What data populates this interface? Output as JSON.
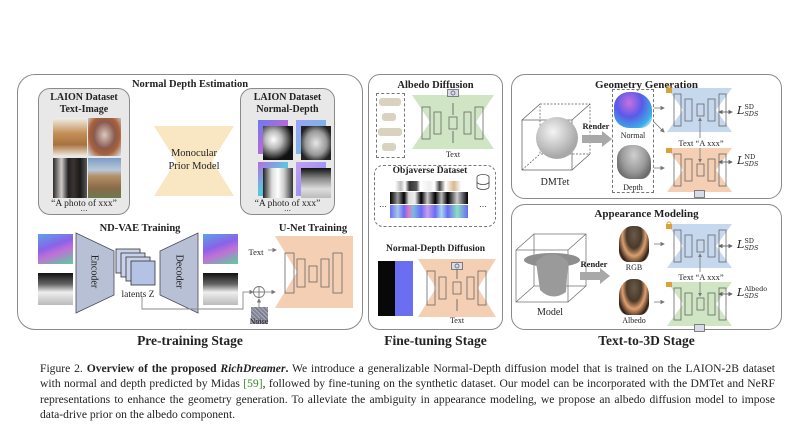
{
  "figure": {
    "stages": {
      "pretraining": {
        "stage_label": "Pre-training Stage",
        "normal_depth_estimation": {
          "title": "Normal Depth Estimation",
          "text_image_box": {
            "title_line1": "LAION Dataset",
            "title_line2": "Text-Image",
            "prompt": "“A photo of xxx”",
            "ellipsis": "⋯"
          },
          "normal_depth_box": {
            "title_line1": "LAION Dataset",
            "title_line2": "Normal-Depth",
            "prompt": "“A photo of xxx”",
            "ellipsis": "⋯"
          },
          "prior_model_line1": "Monocular",
          "prior_model_line2": "Prior Model"
        },
        "nd_vae": {
          "title": "ND-VAE Training",
          "encoder": "Encoder",
          "decoder": "Decoder",
          "latents": "latents Z"
        },
        "unet": {
          "title": "U-Net Training",
          "text": "Text",
          "noise": "Noise"
        }
      },
      "finetuning": {
        "stage_label": "Fine-tuning Stage",
        "albedo_diffusion": {
          "title": "Albedo Diffusion",
          "text": "Text"
        },
        "objaverse": {
          "title": "Objaverse Dataset",
          "ellipsis_left": "⋯",
          "ellipsis_right": "⋯"
        },
        "normal_depth_diffusion": {
          "title": "Normal-Depth Diffusion",
          "text": "Text"
        }
      },
      "text_to_3d": {
        "stage_label": "Text-to-3D Stage",
        "geometry": {
          "title": "Geometry Generation",
          "source": "DMTet",
          "render": "Render",
          "normal": "Normal",
          "depth": "Depth",
          "text_prompt": "Text “A xxx”",
          "loss1": {
            "base": "L",
            "sup": "SD",
            "sub": "SDS"
          },
          "loss2": {
            "base": "L",
            "sup": "ND",
            "sub": "SDS"
          }
        },
        "appearance": {
          "title": "Appearance Modeling",
          "source": "Model",
          "render": "Render",
          "rgb": "RGB",
          "albedo": "Albedo",
          "text_prompt": "Text “A xxx”",
          "loss1": {
            "base": "L",
            "sup": "SD",
            "sub": "SDS"
          },
          "loss2": {
            "base": "L",
            "sup": "Albedo",
            "sub": "SDS"
          }
        }
      }
    },
    "colors": {
      "unet_orange": "#f5cfb3",
      "unet_green": "#cfe5c3",
      "unet_blue": "#c6d8ee",
      "prior_yellow": "#f8e7c2",
      "vae_slate": "#b8c0d6",
      "citation_green": "#3a8a2c"
    }
  },
  "caption": {
    "label": "Figure 2.",
    "bold_title_prefix": "Overview of the proposed ",
    "bold_title_italic": "RichDreamer",
    "bold_title_suffix": ".",
    "text_1": " We introduce a generalizable Normal-Depth diffusion model that is trained on the LAION-2B dataset with normal and depth predicted by Midas ",
    "citation": "[59]",
    "text_2": ", followed by fine-tuning on the synthetic dataset. Our model can be incorporated with the DMTet and NeRF representations to enhance the geometry generation. To alleviate the ambiguity in appearance modeling, we propose an albedo diffusion model to impose data-drive prior on the albedo component."
  }
}
